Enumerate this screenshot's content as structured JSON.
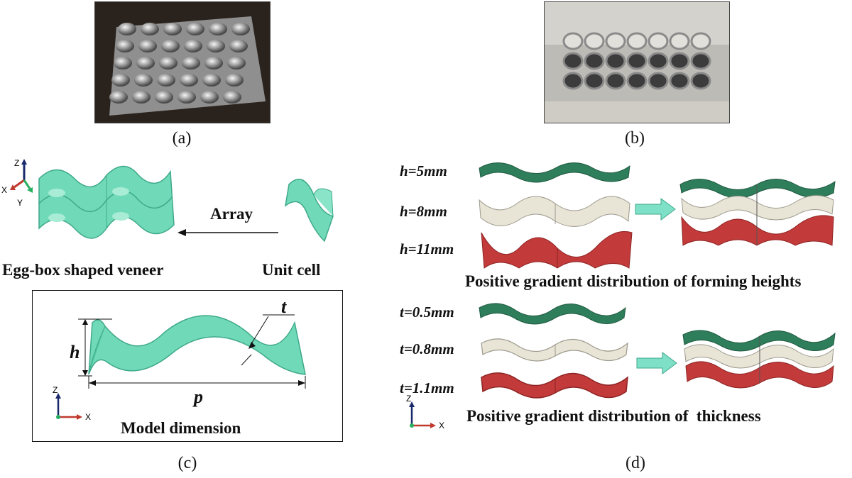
{
  "panels": {
    "a": {
      "label": "(a)"
    },
    "b": {
      "label": "(b)"
    },
    "c": {
      "label": "(c)",
      "array_label": "Array",
      "veneer_label": "Egg-box shaped veneer",
      "unit_cell_label": "Unit cell",
      "axes_3d": {
        "z": "Z",
        "x": "X",
        "y": "Y"
      },
      "dimension_box": {
        "title": "Model dimension",
        "h_symbol": "h",
        "t_symbol": "t",
        "p_symbol": "p",
        "axes": {
          "z": "Z",
          "x": "X"
        }
      }
    },
    "d": {
      "label": "(d)",
      "height_group": {
        "labels": [
          "h=5mm",
          "h=8mm",
          "h=11mm"
        ],
        "title": "Positive gradient distribution of forming heights"
      },
      "thickness_group": {
        "labels": [
          "t=0.5mm",
          "t=0.8mm",
          "t=1.1mm"
        ],
        "title": "Positive gradient distribution of  thickness"
      },
      "axes": {
        "z": "Z",
        "x": "X"
      }
    }
  },
  "colors": {
    "mint": "#6fd9b8",
    "mint_dark": "#3fa98a",
    "green": "#2e7d5b",
    "cream": "#e8e4d6",
    "red": "#c23a3a",
    "arrow_fill": "#7fe0c8"
  }
}
